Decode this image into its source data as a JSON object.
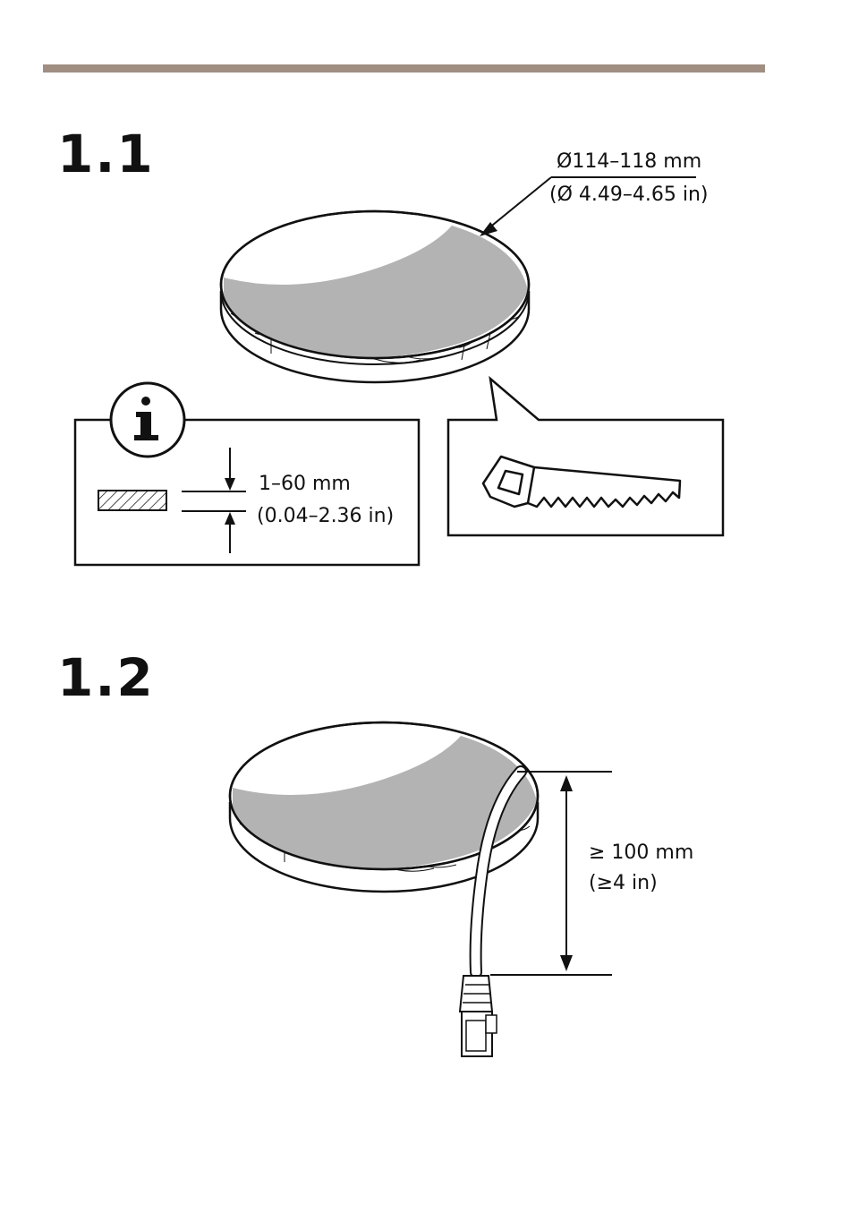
{
  "colors": {
    "rule": "#a08e82",
    "cut_area": "#b3b3b3",
    "ink": "#111111"
  },
  "step1": {
    "number": "1.1",
    "diameter_mm": "Ø114–118 mm",
    "diameter_in": "(Ø 4.49–4.65 in)",
    "info": {
      "icon": "info-icon",
      "thickness_mm": "1–60 mm",
      "thickness_in": "(0.04–2.36 in)"
    },
    "tool_icon": "saw-icon"
  },
  "step2": {
    "number": "1.2",
    "clearance_mm": "≥ 100 mm",
    "clearance_in": "(≥4 in)",
    "cable_icon": "network-cable-icon"
  }
}
